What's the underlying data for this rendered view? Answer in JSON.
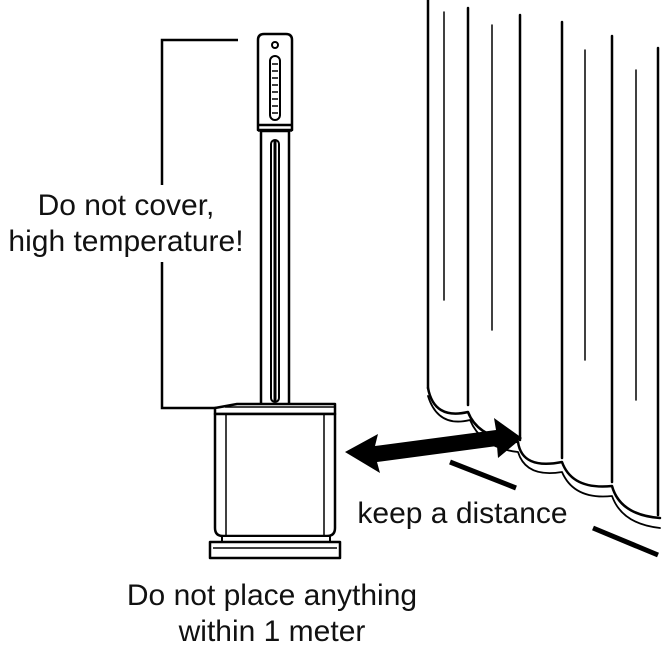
{
  "warnings": {
    "cover": {
      "line1": "Do not cover,",
      "line2": "high temperature!"
    },
    "distance": {
      "text": "keep a distance"
    },
    "placement": {
      "line1": "Do not place anything",
      "line2": "within 1 meter"
    }
  },
  "colors": {
    "stroke": "#000000",
    "background": "#ffffff"
  },
  "icons": {
    "heater": "tower-heater-illustration",
    "curtain": "curtain-illustration",
    "arrow": "double-headed-arrow"
  }
}
